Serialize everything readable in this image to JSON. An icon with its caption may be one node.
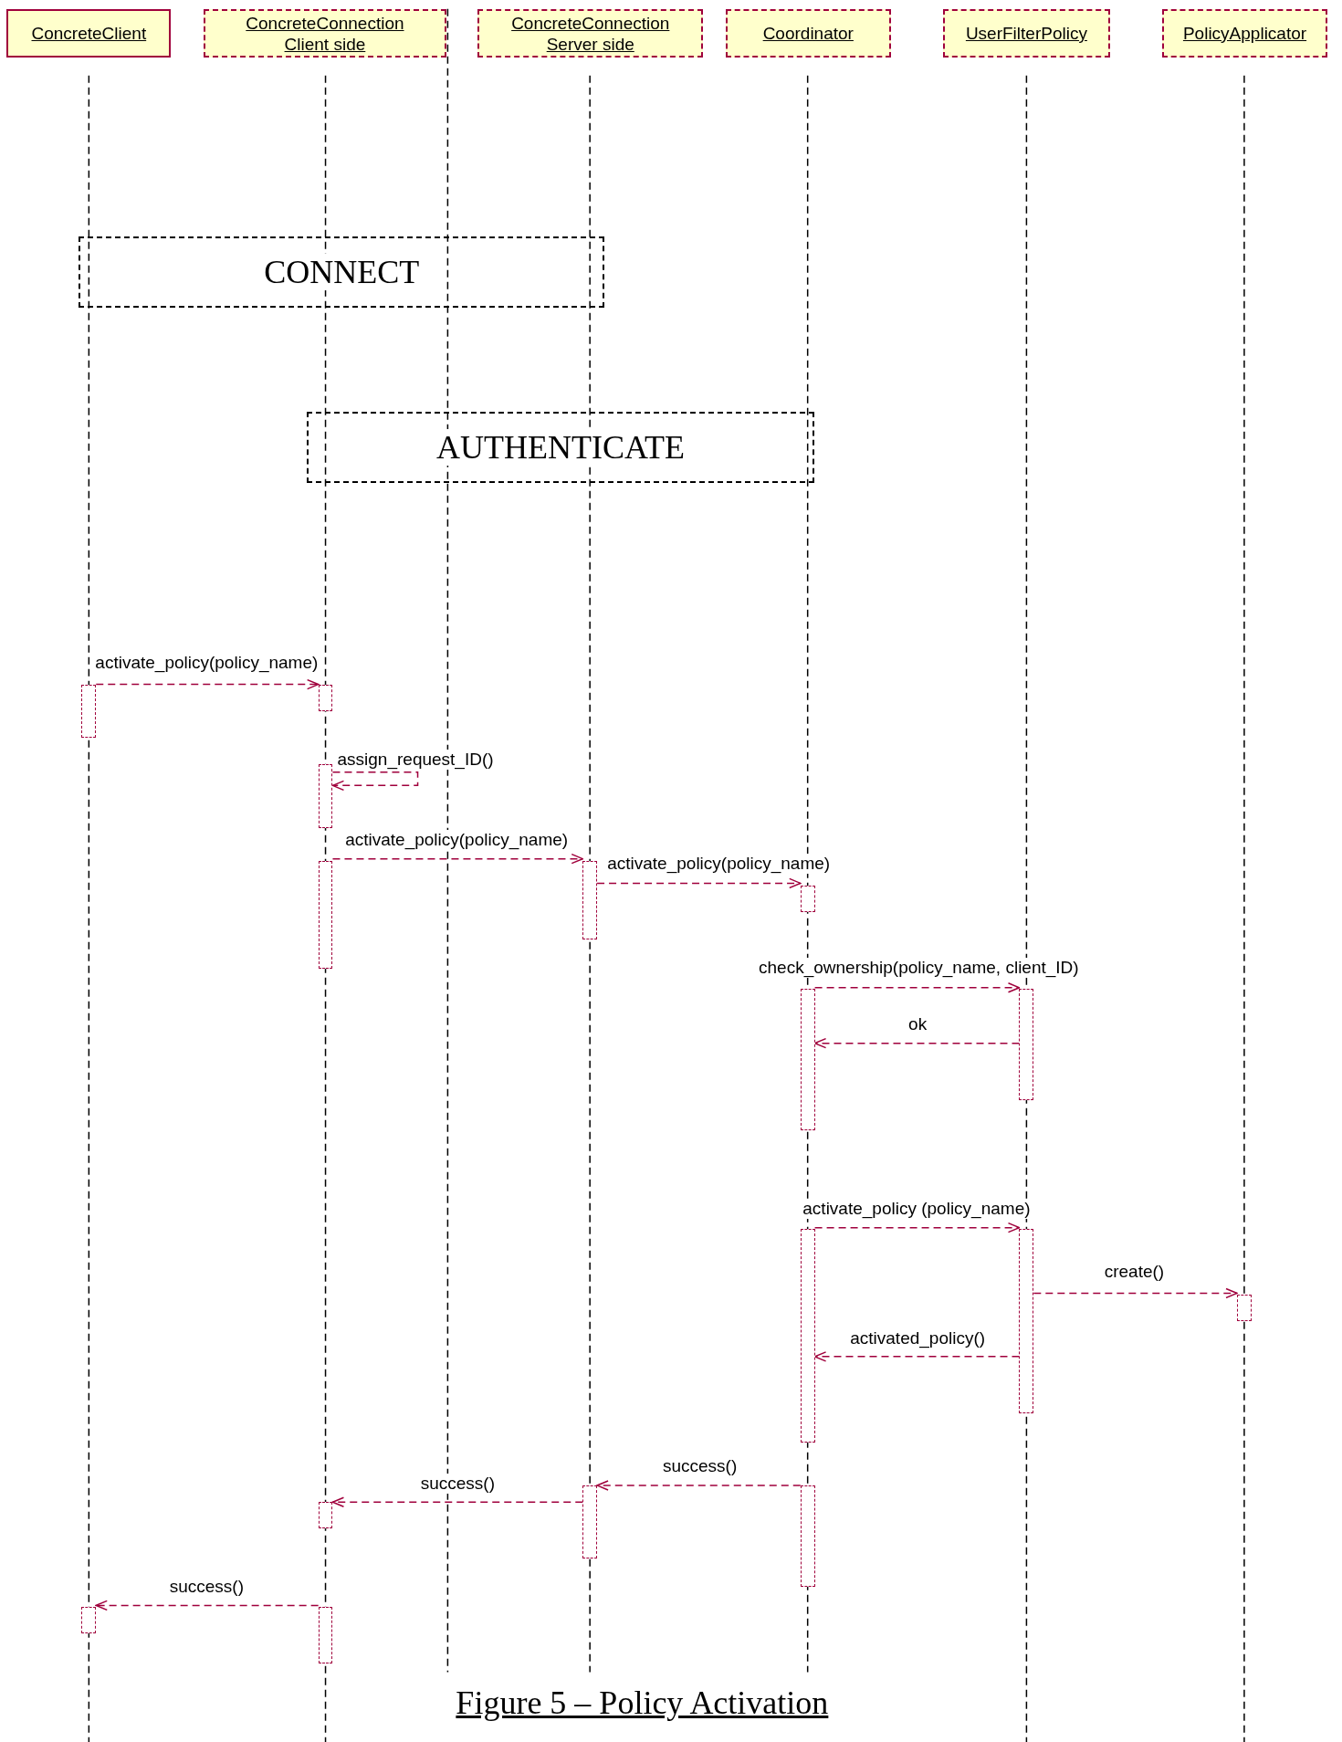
{
  "diagram": {
    "caption": "Figure 5 – Policy Activation",
    "nodes": [
      {
        "text": [
          "ConcreteClient"
        ]
      },
      {
        "text": [
          "ConcreteConnection Client side"
        ]
      },
      {
        "text": [
          "ConcreteConnection Server side"
        ]
      },
      {
        "text": [
          "Coordinator"
        ]
      },
      {
        "text": [
          "UserFilterPolicy"
        ]
      },
      {
        "text": [
          "PolicyApplicator"
        ]
      },
      {
        "text": [
          "CONNECT"
        ]
      },
      {
        "text": [
          "AUTHENTICATE"
        ]
      },
      {
        "text": [],
        "shape": "bar"
      },
      {
        "text": [],
        "shape": "bar"
      },
      {
        "text": [],
        "shape": "bar"
      },
      {
        "text": [],
        "shape": "bar"
      },
      {
        "text": [],
        "shape": "bar"
      },
      {
        "text": [],
        "shape": "bar"
      },
      {
        "text": [],
        "shape": "bar"
      },
      {
        "text": [],
        "shape": "bar"
      },
      {
        "text": [],
        "shape": "bar"
      },
      {
        "text": [],
        "shape": "bar"
      },
      {
        "text": [],
        "shape": "bar"
      },
      {
        "text": [],
        "shape": "bar"
      },
      {
        "text": [],
        "shape": "bar"
      },
      {
        "text": [],
        "shape": "bar"
      },
      {
        "text": [],
        "shape": "bar"
      },
      {
        "text": [],
        "shape": "bar"
      }
    ],
    "edges": [
      {
        "from": 8,
        "to": 9,
        "arrow": "to",
        "label": "activate_policy(policy_name)",
        "style": "dashed"
      },
      {
        "from": 10,
        "to": 10,
        "arrow": "to",
        "label": "assign_request_ID()",
        "style": "dashed"
      },
      {
        "from": 11,
        "to": 12,
        "arrow": "to",
        "label": "activate_policy(policy_name)",
        "style": "dashed"
      },
      {
        "from": 12,
        "to": 13,
        "arrow": "to",
        "label": "activate_policy(policy_name)",
        "style": "dashed"
      },
      {
        "from": 14,
        "to": 15,
        "arrow": "to",
        "label": "check_ownership(policy_name, client_ID)",
        "style": "dashed"
      },
      {
        "from": 15,
        "to": 14,
        "arrow": "to",
        "label": "ok",
        "style": "dashed"
      },
      {
        "from": 16,
        "to": 17,
        "arrow": "to",
        "label": "activate_policy (policy_name)",
        "style": "dashed"
      },
      {
        "from": 17,
        "to": 18,
        "arrow": "to",
        "label": "create()",
        "style": "dashed"
      },
      {
        "from": 17,
        "to": 16,
        "arrow": "to",
        "label": "activated_policy()",
        "style": "dashed"
      },
      {
        "from": 19,
        "to": 20,
        "arrow": "to",
        "label": "success()",
        "style": "dashed"
      },
      {
        "from": 20,
        "to": 21,
        "arrow": "to",
        "label": "success()",
        "style": "dashed"
      },
      {
        "from": 23,
        "to": 22,
        "arrow": "to",
        "label": "success()",
        "style": "dashed"
      }
    ]
  }
}
